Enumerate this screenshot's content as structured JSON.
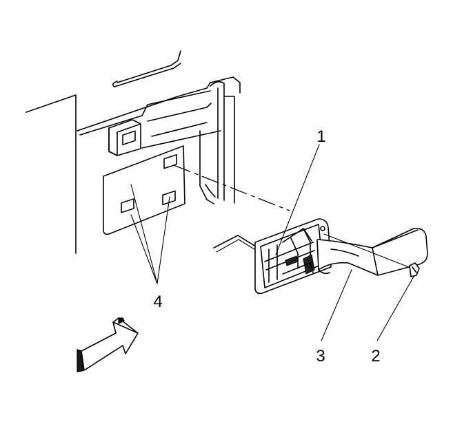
{
  "callouts": {
    "c1": "1",
    "c2": "2",
    "c3": "3",
    "c4": "4"
  },
  "colors": {
    "line": "#000000",
    "background": "#ffffff",
    "arrow_shade": "#1a1a1a"
  },
  "icons": {
    "direction_arrow": "view-direction-arrow-icon"
  }
}
